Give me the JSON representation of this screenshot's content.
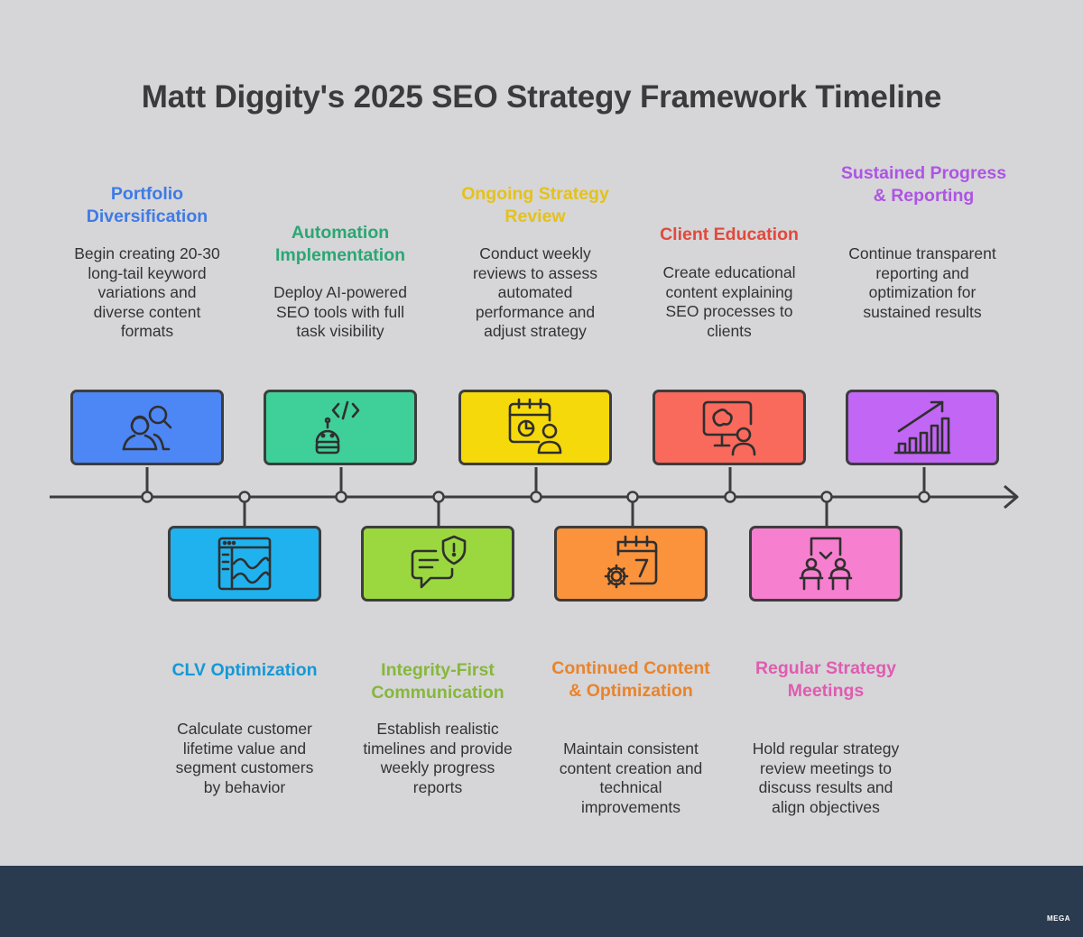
{
  "title": "Matt Diggity's 2025 SEO Strategy Framework Timeline",
  "steps": [
    {
      "label": "Portfolio Diversification",
      "desc": "Begin creating 20-30 long-tail keyword variations and diverse content formats",
      "color": "#4d86f5",
      "label_color": "#3d7be6",
      "icon": "people-search-icon"
    },
    {
      "label": "CLV Optimization",
      "desc": "Calculate customer lifetime value and segment customers by behavior",
      "color": "#1fb2ee",
      "label_color": "#1499d6",
      "icon": "dashboard-chart-icon"
    },
    {
      "label": "Automation Implementation",
      "desc": "Deploy AI-powered SEO tools with full task visibility",
      "color": "#3fd09a",
      "label_color": "#2aa774",
      "icon": "robot-code-icon"
    },
    {
      "label": "Integrity-First Communication",
      "desc": "Establish realistic timelines and provide weekly progress reports",
      "color": "#9bd83f",
      "label_color": "#86b83a",
      "icon": "chat-shield-icon"
    },
    {
      "label": "Ongoing Strategy Review",
      "desc": "Conduct weekly reviews to assess automated performance and adjust strategy",
      "color": "#f5d90a",
      "label_color": "#e4c21a",
      "icon": "calendar-review-icon"
    },
    {
      "label": "Continued Content & Optimization",
      "desc": "Maintain consistent content creation and technical improvements",
      "color": "#fb923c",
      "label_color": "#e8842b",
      "icon": "calendar-gear-icon"
    },
    {
      "label": "Client Education",
      "desc": "Create educational content explaining SEO processes to clients",
      "color": "#f9695c",
      "label_color": "#e04a3c",
      "icon": "presentation-icon"
    },
    {
      "label": "Regular Strategy Meetings",
      "desc": "Hold regular strategy review meetings to discuss results and align objectives",
      "color": "#f77fcf",
      "label_color": "#df5cb0",
      "icon": "meeting-icon"
    },
    {
      "label": "Sustained Progress & Reporting",
      "desc": "Continue transparent reporting and optimization for sustained results",
      "color": "#c266f5",
      "label_color": "#ad55e3",
      "icon": "growth-chart-icon"
    }
  ],
  "brand": "MEGA"
}
